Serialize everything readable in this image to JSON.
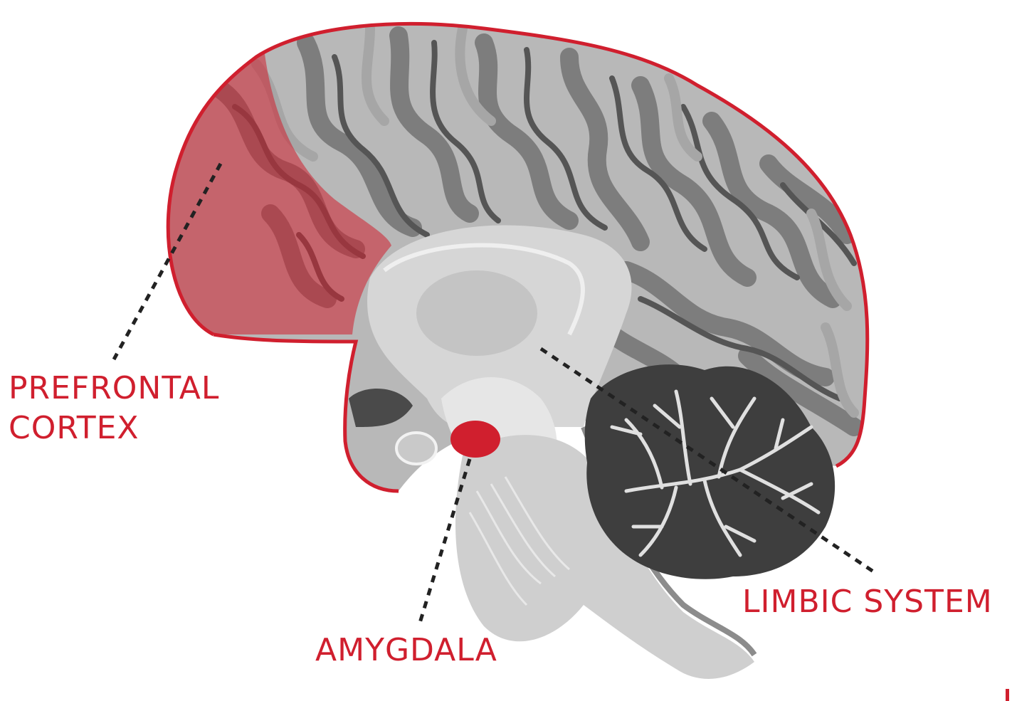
{
  "diagram": {
    "labels": {
      "prefrontal_line1": "PREFRONTAL",
      "prefrontal_line2": "CORTEX",
      "amygdala": "AMYGDALA",
      "limbic_system": "LIMBIC SYSTEM"
    }
  },
  "colors": {
    "accent_red": "#d01f2e",
    "prefrontal_highlight": "#d9525d",
    "cortex_light": "#b8b8b8",
    "cortex_mid": "#8f8f8f",
    "cortex_dark": "#5a5a5a",
    "cerebellum_dark": "#3e3e3e",
    "brainstem": "#d4d4d4",
    "leader_line": "#222222"
  }
}
